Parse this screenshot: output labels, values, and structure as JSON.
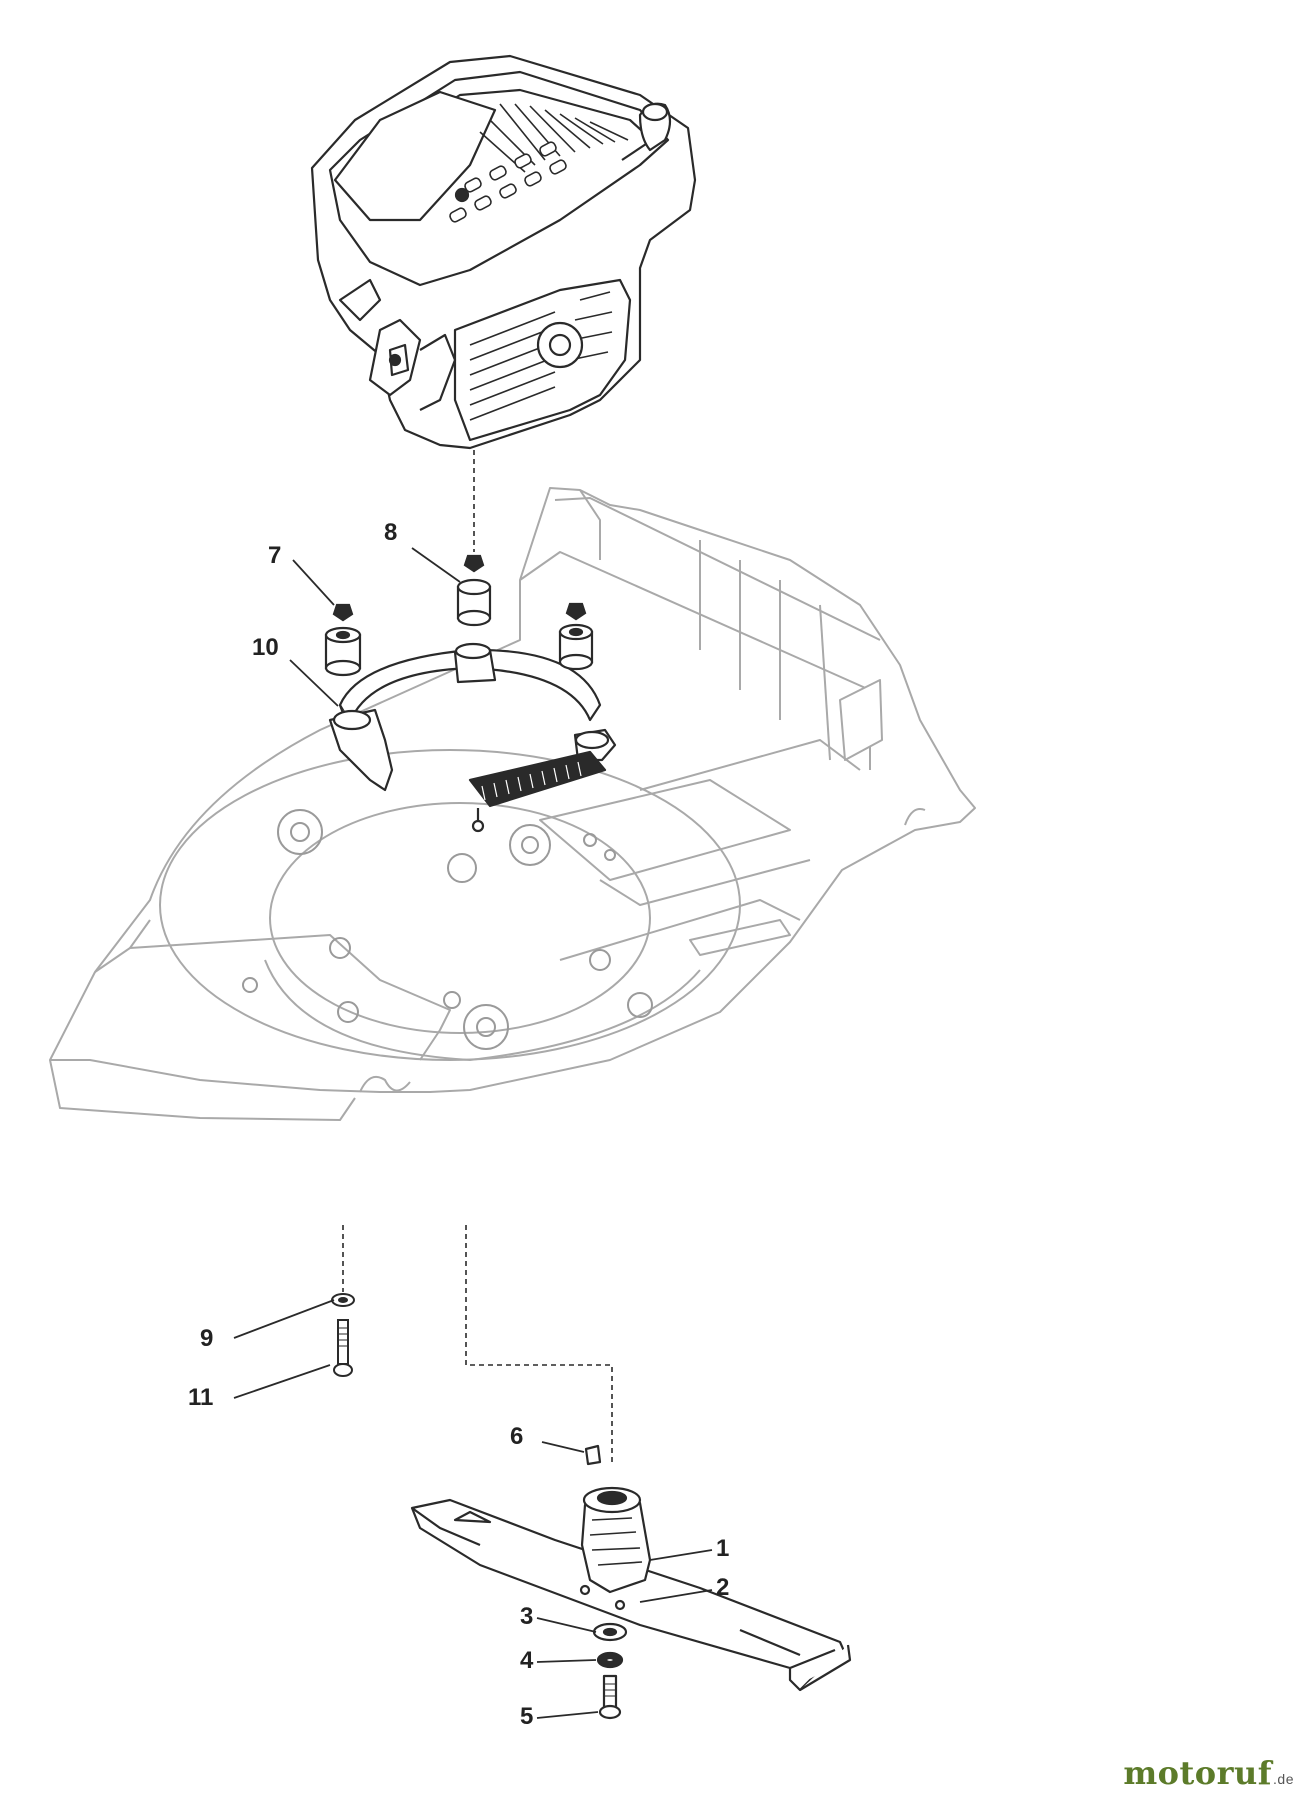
{
  "callouts": {
    "c1": "1",
    "c2": "2",
    "c3": "3",
    "c4": "4",
    "c5": "5",
    "c6": "6",
    "c7": "7",
    "c8": "8",
    "c9": "9",
    "c10": "10",
    "c11": "11"
  },
  "logo": {
    "text": "motoruf",
    "tld": ".de",
    "colors": {
      "primary": "#5c7b2a",
      "secondary": "#8aa63a"
    }
  },
  "colors": {
    "ink": "#2a2a2a",
    "deck_line": "#aaaaaa",
    "callout_text": "#222222"
  }
}
